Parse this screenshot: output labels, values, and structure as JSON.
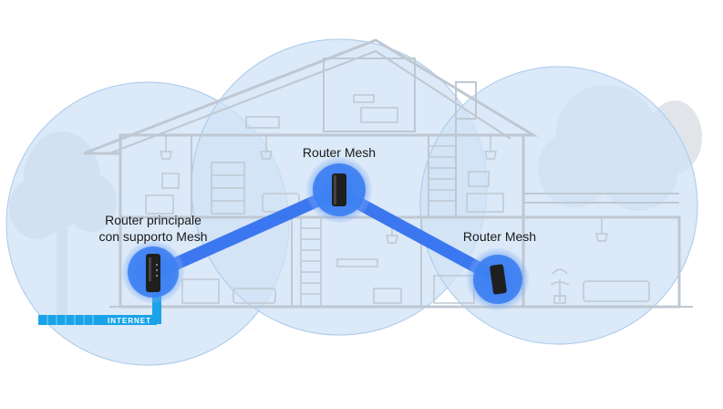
{
  "routers": {
    "main_line1": "Router principale",
    "main_line2": "con supporto Mesh",
    "mesh_top": "Router Mesh",
    "mesh_right": "Router Mesh"
  },
  "internet_label": "INTERNET",
  "colors": {
    "coverage": "#cfe2f6",
    "coverage_stroke": "#a9c9ea",
    "link": "#2f6ef0",
    "halo": "#4f8df5",
    "house_line": "#c2ccd6",
    "tree": "#d7dde3",
    "internet": "#1aa3e8",
    "router_body": "#1f1f1f"
  },
  "icons": [
    "tree-icon",
    "router-icon",
    "house-outline"
  ]
}
